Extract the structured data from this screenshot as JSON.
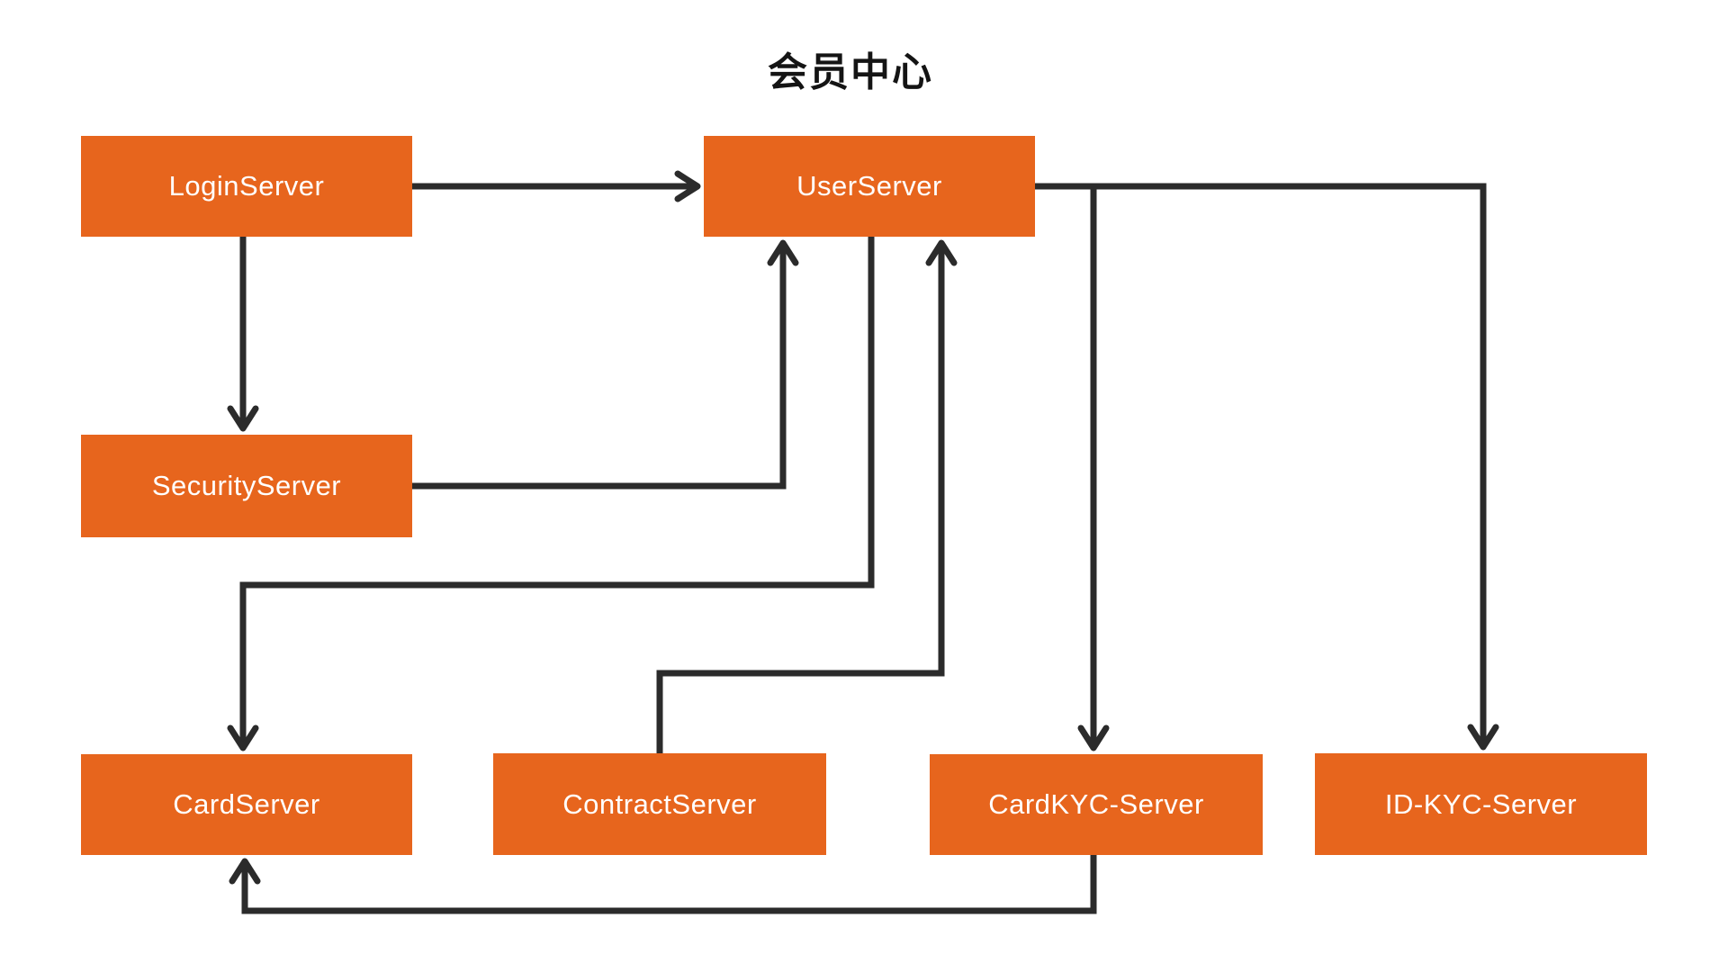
{
  "title": "会员中心",
  "colors": {
    "node_fill": "#E7651D",
    "node_text": "#FFFFFF",
    "edge": "#2B2B2B",
    "title_text": "#141414",
    "background": "#FFFFFF"
  },
  "diagram": {
    "nodes": [
      {
        "id": "login",
        "label": "LoginServer"
      },
      {
        "id": "user",
        "label": "UserServer"
      },
      {
        "id": "security",
        "label": "SecurityServer"
      },
      {
        "id": "card",
        "label": "CardServer"
      },
      {
        "id": "contract",
        "label": "ContractServer"
      },
      {
        "id": "cardkyc",
        "label": "CardKYC-Server"
      },
      {
        "id": "idkyc",
        "label": "ID-KYC-Server"
      }
    ],
    "edges": [
      {
        "id": "login-user",
        "from": "LoginServer",
        "to": "UserServer"
      },
      {
        "id": "login-security",
        "from": "LoginServer",
        "to": "SecurityServer"
      },
      {
        "id": "security-user",
        "from": "SecurityServer",
        "to": "UserServer"
      },
      {
        "id": "user-card",
        "from": "UserServer",
        "to": "CardServer"
      },
      {
        "id": "contract-user",
        "from": "ContractServer",
        "to": "UserServer"
      },
      {
        "id": "user-cardkyc",
        "from": "UserServer",
        "to": "CardKYC-Server"
      },
      {
        "id": "user-idkyc",
        "from": "UserServer",
        "to": "ID-KYC-Server"
      },
      {
        "id": "cardkyc-card",
        "from": "CardKYC-Server",
        "to": "CardServer"
      }
    ]
  }
}
